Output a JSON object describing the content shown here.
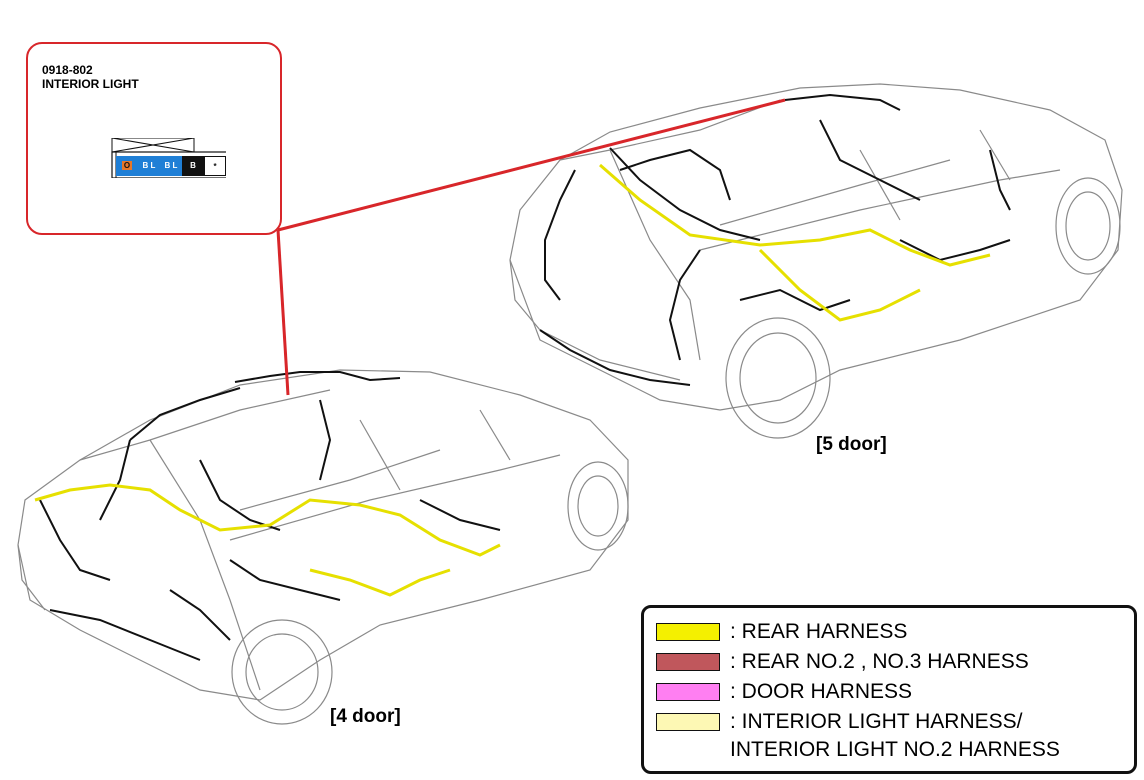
{
  "callout": {
    "code": "0918-802",
    "name": "INTERIOR LIGHT",
    "pins": [
      {
        "label": "O",
        "color": "#e8772a"
      },
      {
        "label": "B L",
        "color": "#1f7fd6"
      },
      {
        "label": "B L",
        "color": "#1f7fd6"
      },
      {
        "label": "B",
        "color": "#111111"
      },
      {
        "label": "*",
        "color": "#ffffff"
      }
    ]
  },
  "labels": {
    "five_door": "[5 door]",
    "four_door": "[4 door]"
  },
  "legend": [
    {
      "text": ": REAR HARNESS",
      "color": "#f4f000"
    },
    {
      "text": ": REAR NO.2 , NO.3 HARNESS",
      "color": "#c0575c"
    },
    {
      "text": ": DOOR HARNESS",
      "color": "#ff7ff2"
    },
    {
      "text": ": INTERIOR LIGHT HARNESS/",
      "text2": "INTERIOR LIGHT NO.2 HARNESS",
      "color": "#fdf8b4"
    }
  ],
  "colors": {
    "callout_line": "#d8262a",
    "harness_rear": "#e6e000",
    "wire": "#111111",
    "body_outline": "#8a8a8a"
  }
}
